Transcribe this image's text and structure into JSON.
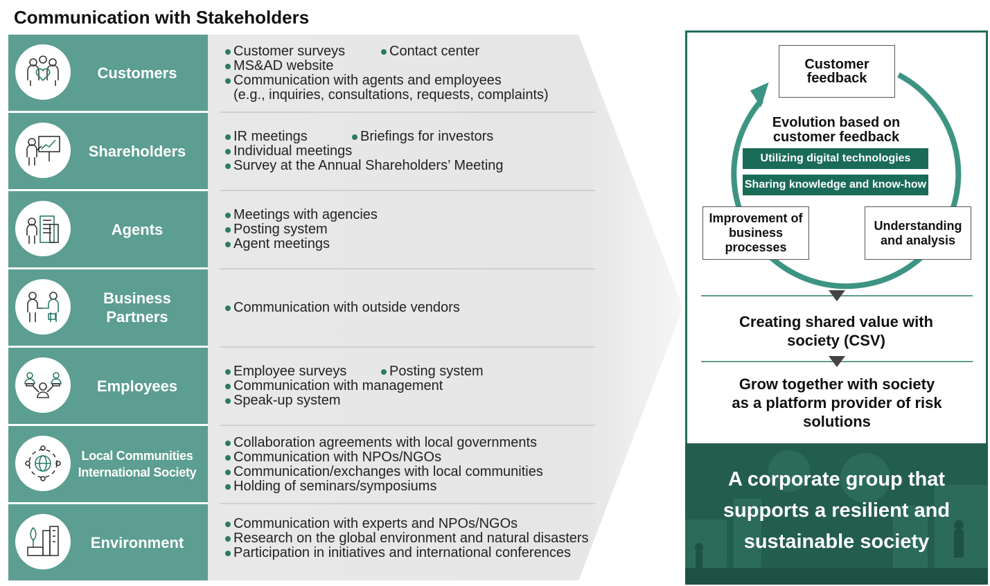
{
  "title": "Communication with Stakeholders",
  "stakeholders": [
    {
      "name": "Customers",
      "icon": "customers-icon",
      "items": [
        [
          "Customer surveys",
          "Contact center"
        ],
        [
          "MS&AD website"
        ],
        [
          "Communication with agents and employees"
        ]
      ],
      "continuation": "(e.g., inquiries, consultations, requests, complaints)"
    },
    {
      "name": "Shareholders",
      "icon": "presentation-icon",
      "items": [
        [
          "IR meetings",
          "Briefings for investors"
        ],
        [
          "Individual meetings"
        ],
        [
          "Survey at the Annual Shareholders’ Meeting"
        ]
      ]
    },
    {
      "name": "Agents",
      "icon": "agent-building-icon",
      "items": [
        [
          "Meetings with agencies"
        ],
        [
          "Posting system"
        ],
        [
          "Agent meetings"
        ]
      ]
    },
    {
      "name": "Business Partners",
      "icon": "handshake-icon",
      "items": [
        [
          "Communication with outside vendors"
        ]
      ]
    },
    {
      "name": "Employees",
      "icon": "team-icon",
      "items": [
        [
          "Employee surveys",
          "Posting system"
        ],
        [
          "Communication with management"
        ],
        [
          "Speak-up system"
        ]
      ]
    },
    {
      "name": "Local Communities International Society",
      "icon": "globe-network-icon",
      "items": [
        [
          "Collaboration agreements with local governments"
        ],
        [
          "Communication with NPOs/NGOs"
        ],
        [
          "Communication/exchanges with local communities"
        ],
        [
          "Holding of seminars/symposiums"
        ]
      ]
    },
    {
      "name": "Environment",
      "icon": "plant-building-icon",
      "items": [
        [
          "Communication with experts and NPOs/NGOs"
        ],
        [
          "Research on the global environment and natural disasters"
        ],
        [
          "Participation in initiatives and international conferences"
        ]
      ]
    }
  ],
  "cycle": {
    "top_box": "Customer feedback",
    "center_title": "Evolution based on customer feedback",
    "tag1": "Utilizing digital technologies",
    "tag2": "Sharing knowledge and know-how",
    "left_box": "Improvement of business processes",
    "right_box": "Understanding and analysis"
  },
  "csv_statement": "Creating shared value with society (CSV)",
  "grow_statement": "Grow together with society as a platform provider of risk solutions",
  "bottom_statement": "A corporate group that supports a resilient and sustainable society",
  "colors": {
    "label_bg": "#5c9e91",
    "dark_green": "#1a6b57",
    "bullet": "#2a7a68",
    "cycle_ring": "#3d9483"
  }
}
